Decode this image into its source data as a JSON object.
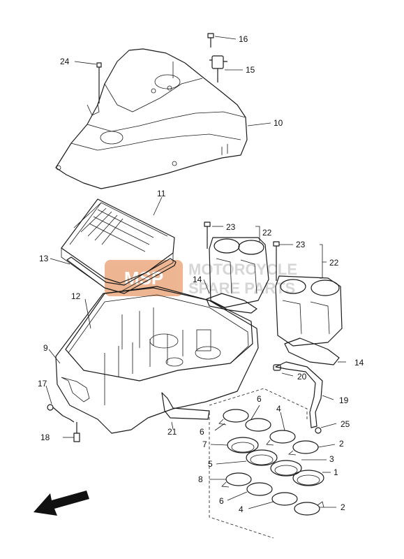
{
  "watermark": {
    "logo_text": "MSP",
    "line1": "MOTORCYCLE",
    "line2": "SPARE PARTS",
    "accent_color": "#e07a3a"
  },
  "callouts": {
    "c24": "24",
    "c16": "16",
    "c15": "15",
    "c10": "10",
    "c11": "11",
    "c23a": "23",
    "c22a": "22",
    "c23b": "23",
    "c22b": "22",
    "c13": "13",
    "c14a": "14",
    "c12": "12",
    "c9": "9",
    "c14b": "14",
    "c20": "20",
    "c17": "17",
    "c19": "19",
    "c21": "21",
    "c6a": "6",
    "c4a": "4",
    "c6b": "6",
    "c25": "25",
    "c18": "18",
    "c7": "7",
    "c2a": "2",
    "c5": "5",
    "c3": "3",
    "c1": "1",
    "c8": "8",
    "c6c": "6",
    "c4b": "4",
    "c2b": "2"
  },
  "direction_arrow": "front-arrow-icon"
}
